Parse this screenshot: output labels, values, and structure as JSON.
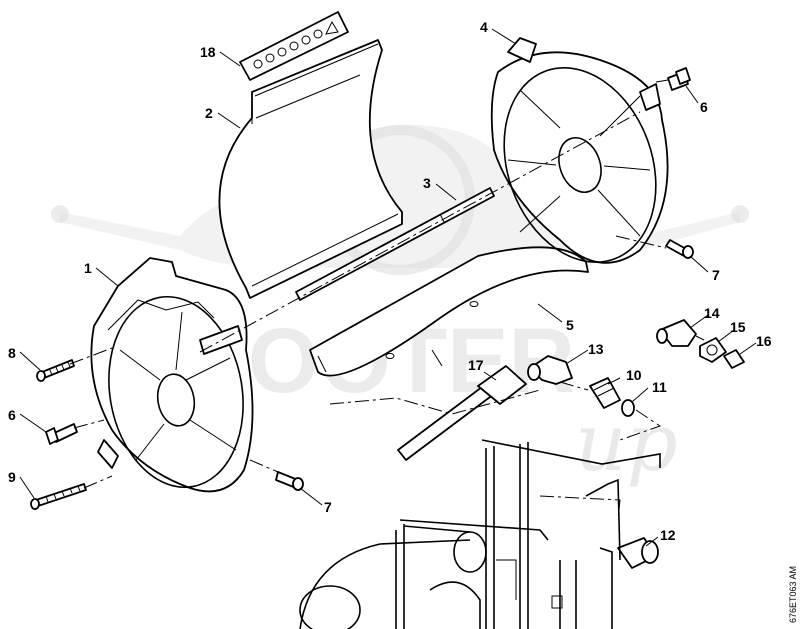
{
  "diagram": {
    "drawing_code": "676ET063 AM",
    "watermark": "SCOOTER",
    "callouts": [
      "1",
      "2",
      "3",
      "4",
      "5",
      "6",
      "6",
      "7",
      "7",
      "8",
      "9",
      "10",
      "11",
      "12",
      "13",
      "14",
      "15",
      "16",
      "17",
      "18"
    ]
  }
}
